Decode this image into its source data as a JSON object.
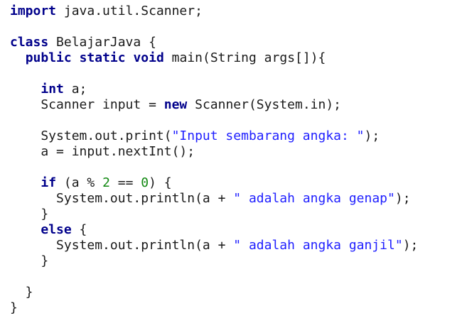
{
  "code": {
    "language": "Java",
    "lines": [
      [
        {
          "t": "import",
          "c": "kw"
        },
        {
          "t": " java.util.Scanner;",
          "c": "plain"
        }
      ],
      [],
      [
        {
          "t": "class",
          "c": "kw"
        },
        {
          "t": " BelajarJava {",
          "c": "plain"
        }
      ],
      [
        {
          "t": "  ",
          "c": "plain"
        },
        {
          "t": "public",
          "c": "kw"
        },
        {
          "t": " ",
          "c": "plain"
        },
        {
          "t": "static",
          "c": "kw"
        },
        {
          "t": " ",
          "c": "plain"
        },
        {
          "t": "void",
          "c": "kw"
        },
        {
          "t": " main(String args[]){",
          "c": "plain"
        }
      ],
      [],
      [
        {
          "t": "    ",
          "c": "plain"
        },
        {
          "t": "int",
          "c": "kw"
        },
        {
          "t": " a;",
          "c": "plain"
        }
      ],
      [
        {
          "t": "    Scanner input = ",
          "c": "plain"
        },
        {
          "t": "new",
          "c": "kw"
        },
        {
          "t": " Scanner(System.in);",
          "c": "plain"
        }
      ],
      [],
      [
        {
          "t": "    System.out.print(",
          "c": "plain"
        },
        {
          "t": "\"Input sembarang angka: \"",
          "c": "str"
        },
        {
          "t": ");",
          "c": "plain"
        }
      ],
      [
        {
          "t": "    a = input.nextInt();",
          "c": "plain"
        }
      ],
      [],
      [
        {
          "t": "    ",
          "c": "plain"
        },
        {
          "t": "if",
          "c": "kw"
        },
        {
          "t": " (a % ",
          "c": "plain"
        },
        {
          "t": "2",
          "c": "num"
        },
        {
          "t": " == ",
          "c": "plain"
        },
        {
          "t": "0",
          "c": "num"
        },
        {
          "t": ") {",
          "c": "plain"
        }
      ],
      [
        {
          "t": "      System.out.println(a + ",
          "c": "plain"
        },
        {
          "t": "\" adalah angka genap\"",
          "c": "str"
        },
        {
          "t": ");",
          "c": "plain"
        }
      ],
      [
        {
          "t": "    }",
          "c": "plain"
        }
      ],
      [
        {
          "t": "    ",
          "c": "plain"
        },
        {
          "t": "else",
          "c": "kw"
        },
        {
          "t": " {",
          "c": "plain"
        }
      ],
      [
        {
          "t": "      System.out.println(a + ",
          "c": "plain"
        },
        {
          "t": "\" adalah angka ganjil\"",
          "c": "str"
        },
        {
          "t": ");",
          "c": "plain"
        }
      ],
      [
        {
          "t": "    }",
          "c": "plain"
        }
      ],
      [],
      [
        {
          "t": "  }",
          "c": "plain"
        }
      ],
      [
        {
          "t": "}",
          "c": "plain"
        }
      ]
    ]
  },
  "colors": {
    "keyword": "#00008b",
    "string": "#2020ff",
    "number": "#118811",
    "text": "#1a1a1a",
    "background": "#ffffff"
  }
}
